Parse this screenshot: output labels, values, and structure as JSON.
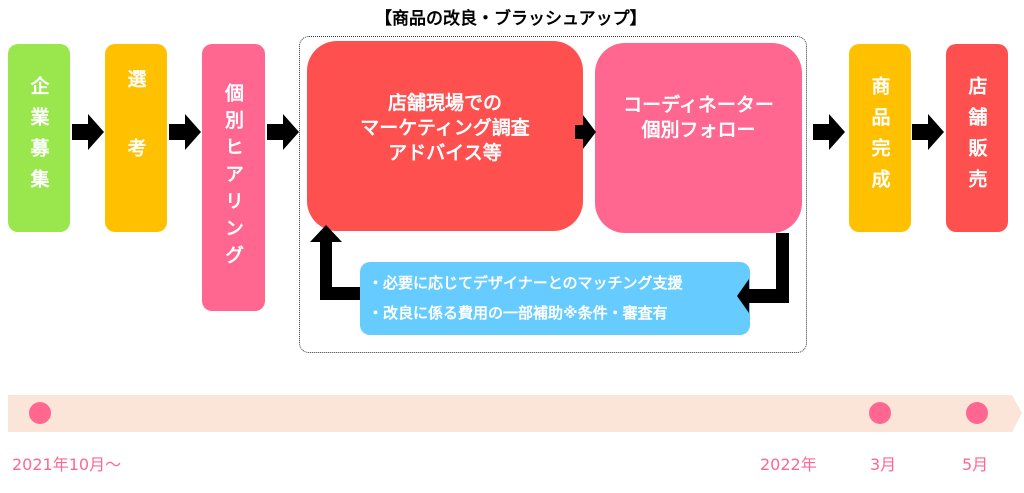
{
  "steps": {
    "recruit": "企業募集",
    "selection": "選考",
    "hearing": "個別ヒアリング",
    "complete": "商品完成",
    "sale": "店舗販売"
  },
  "brushup": {
    "title": "【商品の改良・ブラッシュアップ】",
    "research": "店舗現場での\nマーケティング調査\nアドバイス等",
    "coordinator": "コーディネーター\n個別フォロー",
    "support": [
      "・必要に応じてデザイナーとのマッチング支援",
      "・改良に係る費用の一部補助※条件・審査有"
    ]
  },
  "timeline": {
    "labels": [
      "2021年10月～",
      "2022年",
      "3月",
      "5月"
    ]
  },
  "colors": {
    "green": "#99e64d",
    "orange": "#ffc000",
    "pink": "#ff6690",
    "red": "#ff5050",
    "blue": "#66ccff",
    "band": "#fae5d8"
  }
}
